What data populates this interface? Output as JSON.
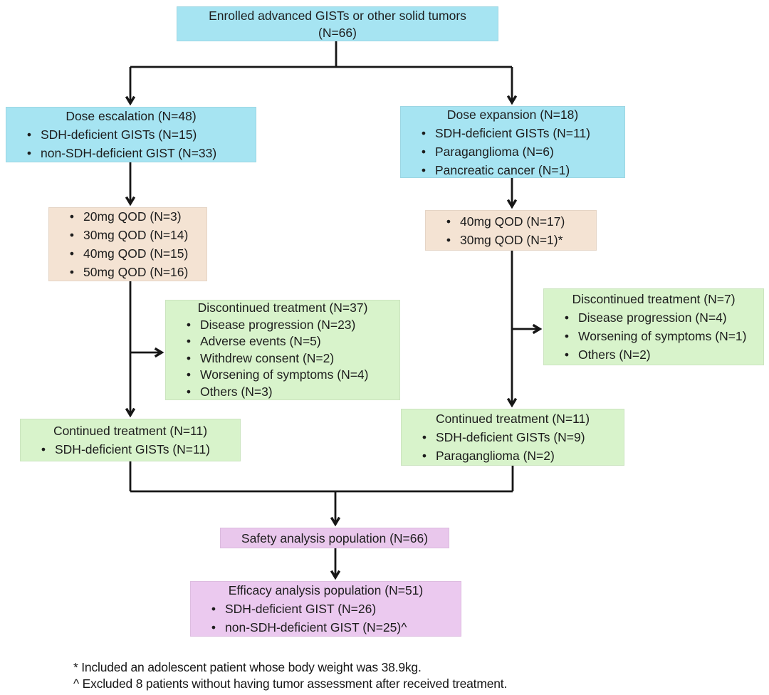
{
  "palette": {
    "cyan": "#a6e4f2",
    "tan": "#f4e3d3",
    "green": "#d8f3cb",
    "plum_safety": "#e9c7ec",
    "plum_efficacy": "#ebc9ef",
    "arrow": "#161616",
    "text": "#1d1d1d"
  },
  "boxes": {
    "enrolled": {
      "lines": [
        "Enrolled advanced GISTs or other solid tumors",
        "(N=66)"
      ]
    },
    "dose_escalation": {
      "title": "Dose escalation (N=48)",
      "items": [
        "SDH-deficient GISTs (N=15)",
        "non-SDH-deficient GIST (N=33)"
      ]
    },
    "dose_expansion": {
      "title": "Dose expansion (N=18)",
      "items": [
        "SDH-deficient GISTs (N=11)",
        "Paraganglioma (N=6)",
        "Pancreatic cancer (N=1)"
      ]
    },
    "escalation_doses": {
      "items": [
        "20mg QOD (N=3)",
        "30mg QOD (N=14)",
        "40mg QOD (N=15)",
        "50mg QOD (N=16)"
      ]
    },
    "expansion_doses": {
      "items": [
        "40mg QOD (N=17)",
        "30mg QOD (N=1)*"
      ]
    },
    "discontinued_escalation": {
      "title": "Discontinued treatment (N=37)",
      "items": [
        "Disease progression (N=23)",
        "Adverse events (N=5)",
        "Withdrew consent (N=2)",
        "Worsening of symptoms (N=4)",
        "Others (N=3)"
      ]
    },
    "discontinued_expansion": {
      "title": "Discontinued treatment (N=7)",
      "items": [
        "Disease progression (N=4)",
        "Worsening of symptoms (N=1)",
        "Others (N=2)"
      ]
    },
    "continued_escalation": {
      "title": "Continued treatment (N=11)",
      "items": [
        "SDH-deficient GISTs (N=11)"
      ]
    },
    "continued_expansion": {
      "title": "Continued treatment (N=11)",
      "items": [
        "SDH-deficient GISTs (N=9)",
        "Paraganglioma (N=2)"
      ]
    },
    "safety": {
      "title": "Safety analysis population (N=66)"
    },
    "efficacy": {
      "title": "Efficacy analysis population (N=51)",
      "items": [
        "SDH-deficient GIST (N=26)",
        "non-SDH-deficient GIST (N=25)^"
      ]
    }
  },
  "bullet_glyph": "•",
  "footnotes": [
    "* Included an adolescent patient whose body weight was 38.9kg.",
    "^ Excluded 8 patients without having tumor assessment after received treatment."
  ]
}
